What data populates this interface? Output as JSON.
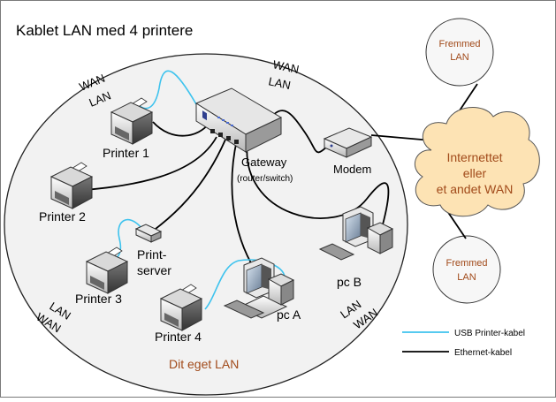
{
  "title": "Kablet LAN med 4 printere",
  "labels": {
    "wan_top_left": "WAN",
    "lan_top_left": "LAN",
    "wan_top_right": "WAN",
    "lan_top_right": "LAN",
    "lan_bottom_left": "LAN",
    "wan_bottom_left": "WAN",
    "lan_bottom_right": "LAN",
    "wan_bottom_right": "WAN",
    "lan_name": "Dit eget LAN"
  },
  "devices": {
    "printer1": "Printer 1",
    "printer2": "Printer 2",
    "printer3": "Printer 3",
    "printer4": "Printer 4",
    "print_server_line1": "Print-",
    "print_server_line2": "server",
    "gateway": "Gateway",
    "gateway_sub": "(router/switch)",
    "modem": "Modem",
    "pc_a": "pc A",
    "pc_b": "pc B"
  },
  "cloud": {
    "line1": "Internettet",
    "line2": "eller",
    "line3": "et andet WAN"
  },
  "foreign_lan_top": {
    "line1": "Fremmed",
    "line2": "LAN"
  },
  "foreign_lan_bottom": {
    "line1": "Fremmed",
    "line2": "LAN"
  },
  "legend": {
    "usb": "USB Printer-kabel",
    "ethernet": "Ethernet-kabel"
  },
  "colors": {
    "frame": "#7a7a7a",
    "usb_cable": "#3ec3ee",
    "ethernet_cable": "#000000",
    "lan_fill": "#f2f2f2",
    "cloud_fill": "#fde3b4",
    "foreign_fill": "#f7f7f7",
    "accent_text": "#a14a1a"
  }
}
